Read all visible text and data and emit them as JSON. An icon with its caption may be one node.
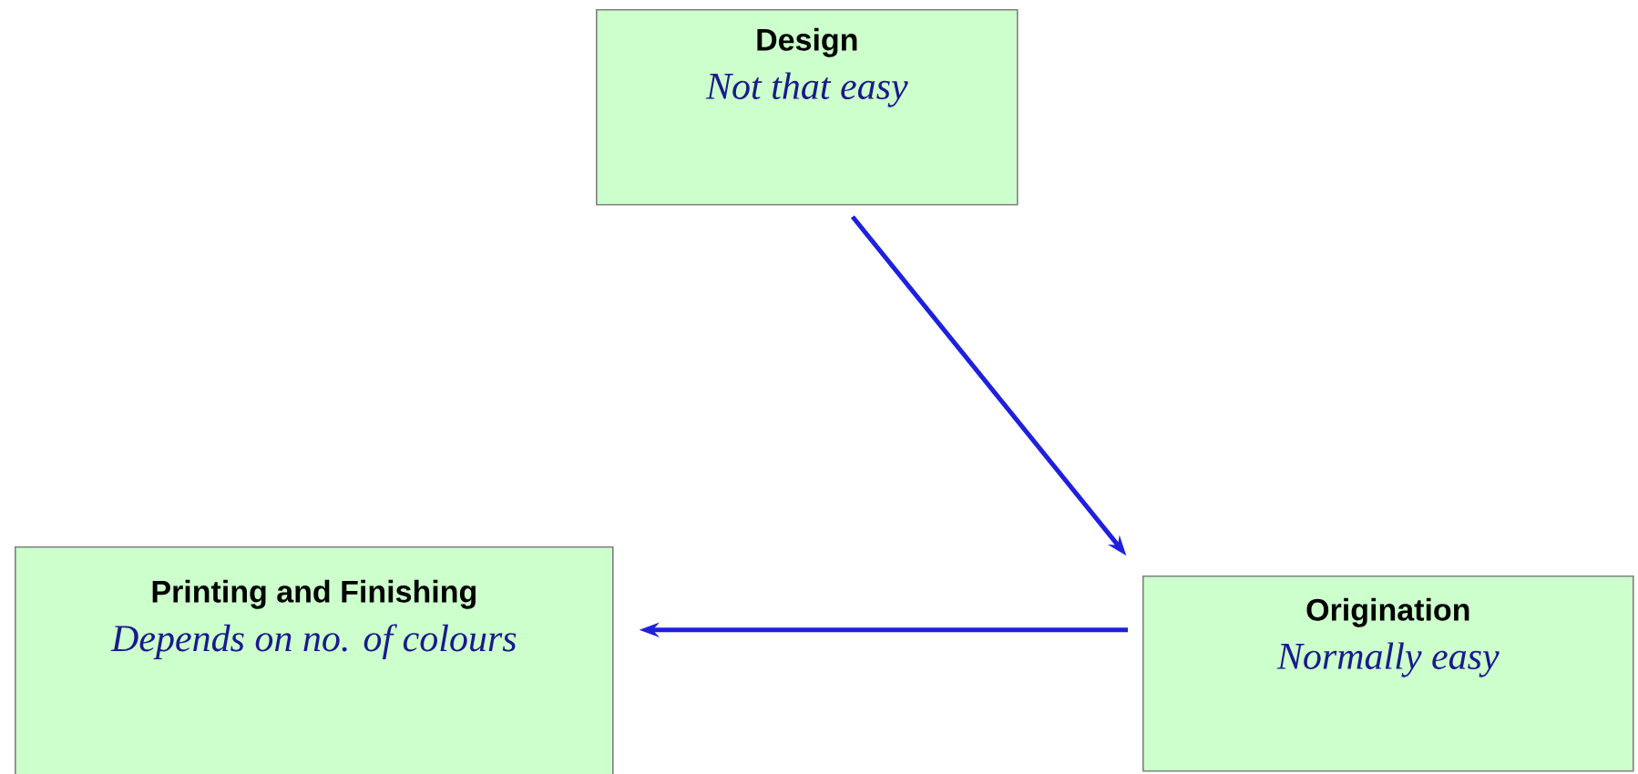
{
  "diagram": {
    "nodes": [
      {
        "text": [
          "Design",
          "Not that easy"
        ]
      },
      {
        "text": [
          "Origination",
          "Normally easy"
        ]
      },
      {
        "text": [
          "Printing and Finishing",
          "Depends on no. of colours"
        ]
      }
    ],
    "edges": [
      {
        "from": 0,
        "to": 1,
        "arrow": "to"
      },
      {
        "from": 1,
        "to": 2,
        "arrow": "to"
      }
    ]
  }
}
